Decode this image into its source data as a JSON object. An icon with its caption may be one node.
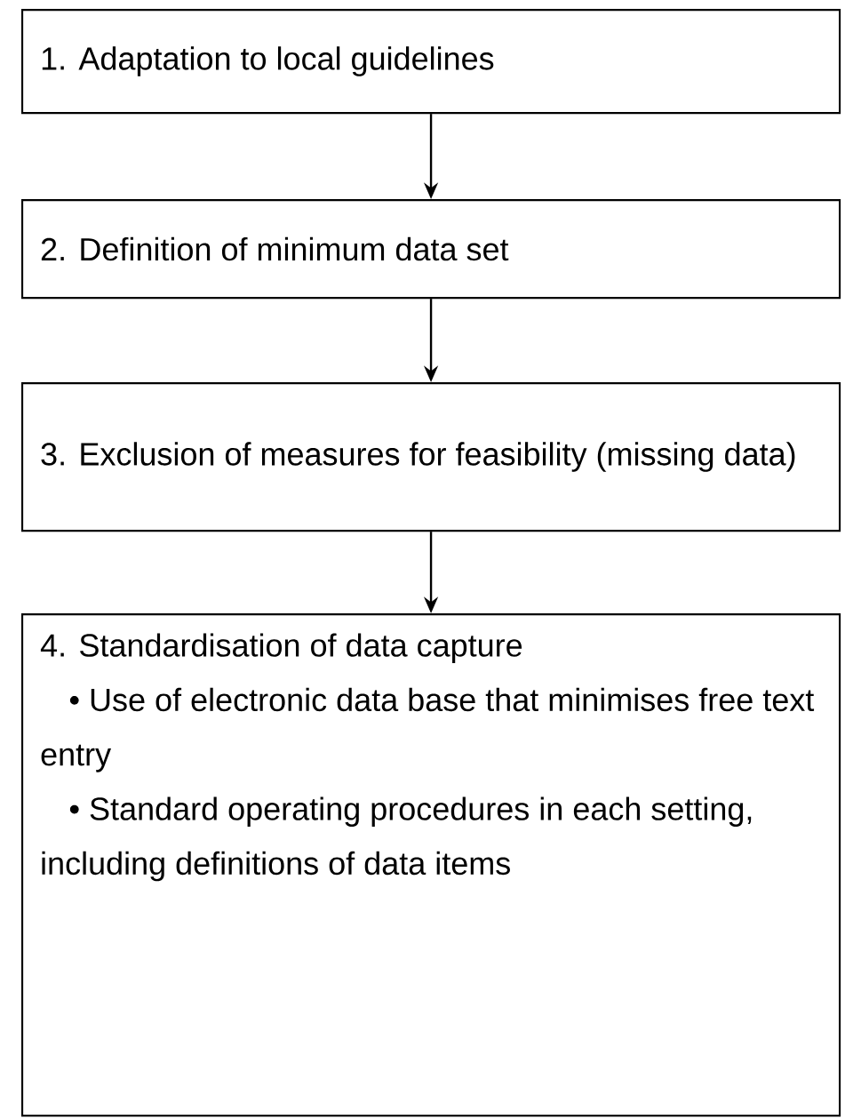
{
  "diagram": {
    "nodes": [
      {
        "text": [
          "1. Adaptation to local guidelines"
        ]
      },
      {
        "text": [
          "2. Definition of minimum data set"
        ]
      },
      {
        "text": [
          "3. Exclusion of measures for feasibility (missing data)"
        ]
      },
      {
        "text": [
          "4. Standardisation of data capture",
          "• Use of electronic data base that minimises free text entry",
          "• Standard operating procedures in each setting, including definitions of data items"
        ]
      }
    ],
    "edges": [
      {
        "from": 0,
        "to": 1,
        "arrow": "to"
      },
      {
        "from": 1,
        "to": 2,
        "arrow": "to"
      },
      {
        "from": 2,
        "to": 3,
        "arrow": "to"
      }
    ]
  }
}
